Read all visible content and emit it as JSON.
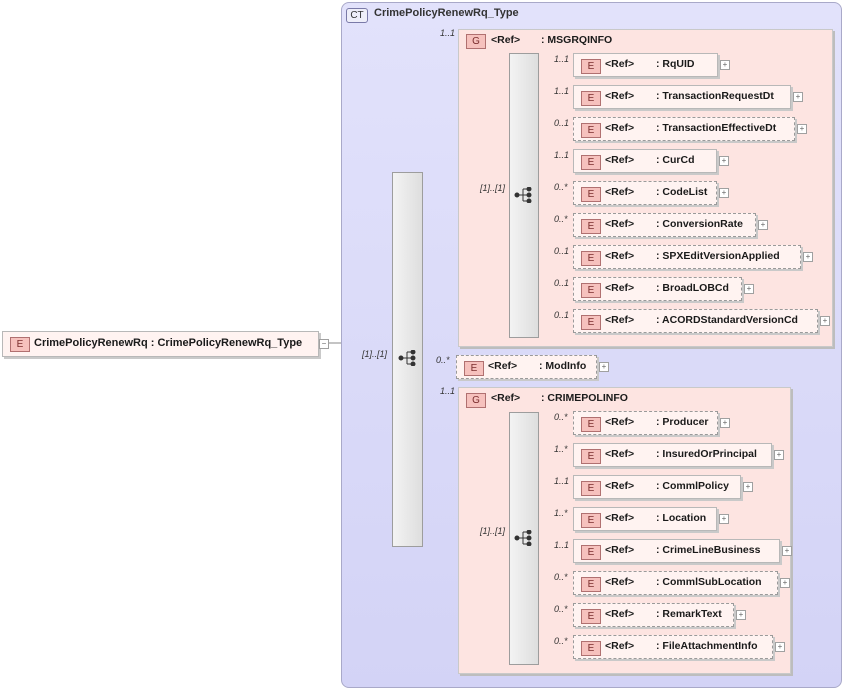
{
  "complex_type": {
    "badge": "CT",
    "title": "CrimePolicyRenewRq_Type"
  },
  "root": {
    "badge": "E",
    "name": "CrimePolicyRenewRq : CrimePolicyRenewRq_Type"
  },
  "main_sequence": {
    "cardinality": "[1]..[1]"
  },
  "groups": [
    {
      "badge": "G",
      "ref": "<Ref>",
      "name": ": MSGRQINFO",
      "cardinality": "1..1",
      "sequence_cardinality": "[1]..[1]",
      "elements": [
        {
          "badge": "E",
          "ref": "<Ref>",
          "name": ": RqUID",
          "cardinality": "1..1",
          "optional": false
        },
        {
          "badge": "E",
          "ref": "<Ref>",
          "name": ": TransactionRequestDt",
          "cardinality": "1..1",
          "optional": false
        },
        {
          "badge": "E",
          "ref": "<Ref>",
          "name": ": TransactionEffectiveDt",
          "cardinality": "0..1",
          "optional": true
        },
        {
          "badge": "E",
          "ref": "<Ref>",
          "name": ": CurCd",
          "cardinality": "1..1",
          "optional": false
        },
        {
          "badge": "E",
          "ref": "<Ref>",
          "name": ": CodeList",
          "cardinality": "0..*",
          "optional": true
        },
        {
          "badge": "E",
          "ref": "<Ref>",
          "name": ": ConversionRate",
          "cardinality": "0..*",
          "optional": true
        },
        {
          "badge": "E",
          "ref": "<Ref>",
          "name": ": SPXEditVersionApplied",
          "cardinality": "0..1",
          "optional": true
        },
        {
          "badge": "E",
          "ref": "<Ref>",
          "name": ": BroadLOBCd",
          "cardinality": "0..1",
          "optional": true
        },
        {
          "badge": "E",
          "ref": "<Ref>",
          "name": ": ACORDStandardVersionCd",
          "cardinality": "0..1",
          "optional": true
        }
      ]
    },
    {
      "badge": "G",
      "ref": "<Ref>",
      "name": ": CRIMEPOLINFO",
      "cardinality": "1..1",
      "sequence_cardinality": "[1]..[1]",
      "elements": [
        {
          "badge": "E",
          "ref": "<Ref>",
          "name": ": Producer",
          "cardinality": "0..*",
          "optional": true
        },
        {
          "badge": "E",
          "ref": "<Ref>",
          "name": ": InsuredOrPrincipal",
          "cardinality": "1..*",
          "optional": false
        },
        {
          "badge": "E",
          "ref": "<Ref>",
          "name": ": CommlPolicy",
          "cardinality": "1..1",
          "optional": false
        },
        {
          "badge": "E",
          "ref": "<Ref>",
          "name": ": Location",
          "cardinality": "1..*",
          "optional": false
        },
        {
          "badge": "E",
          "ref": "<Ref>",
          "name": ": CrimeLineBusiness",
          "cardinality": "1..1",
          "optional": false
        },
        {
          "badge": "E",
          "ref": "<Ref>",
          "name": ": CommlSubLocation",
          "cardinality": "0..*",
          "optional": true
        },
        {
          "badge": "E",
          "ref": "<Ref>",
          "name": ": RemarkText",
          "cardinality": "0..*",
          "optional": true
        },
        {
          "badge": "E",
          "ref": "<Ref>",
          "name": ": FileAttachmentInfo",
          "cardinality": "0..*",
          "optional": true
        }
      ]
    }
  ],
  "modinfo": {
    "badge": "E",
    "ref": "<Ref>",
    "name": ": ModInfo",
    "cardinality": "0..*",
    "optional": true
  },
  "expand_glyph": "+",
  "collapse_glyph": "−"
}
